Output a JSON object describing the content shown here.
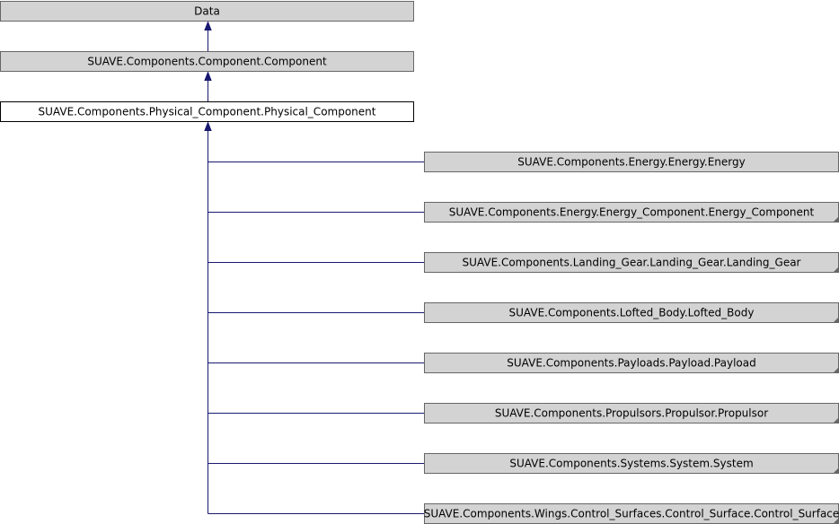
{
  "diagram": {
    "colors": {
      "edge": "#191970",
      "node_fill": "#d3d3d3",
      "focus_fill": "#ffffff",
      "node_border": "#666666"
    },
    "ancestors": [
      {
        "id": "data",
        "label": "Data"
      },
      {
        "id": "component",
        "label": "SUAVE.Components.Component.Component"
      }
    ],
    "focus": {
      "id": "physical_component",
      "label": "SUAVE.Components.Physical_Component.Physical_Component"
    },
    "children": [
      {
        "id": "energy",
        "label": "SUAVE.Components.Energy.Energy.Energy",
        "has_more": false
      },
      {
        "id": "energy_component",
        "label": "SUAVE.Components.Energy.Energy_Component.Energy_Component",
        "has_more": true
      },
      {
        "id": "landing_gear",
        "label": "SUAVE.Components.Landing_Gear.Landing_Gear.Landing_Gear",
        "has_more": true
      },
      {
        "id": "lofted_body",
        "label": "SUAVE.Components.Lofted_Body.Lofted_Body",
        "has_more": true
      },
      {
        "id": "payload",
        "label": "SUAVE.Components.Payloads.Payload.Payload",
        "has_more": true
      },
      {
        "id": "propulsor",
        "label": "SUAVE.Components.Propulsors.Propulsor.Propulsor",
        "has_more": true
      },
      {
        "id": "system",
        "label": "SUAVE.Components.Systems.System.System",
        "has_more": true
      },
      {
        "id": "control_surface",
        "label": "SUAVE.Components.Wings.Control_Surfaces.Control_Surface.Control_Surface",
        "has_more": true
      }
    ]
  }
}
